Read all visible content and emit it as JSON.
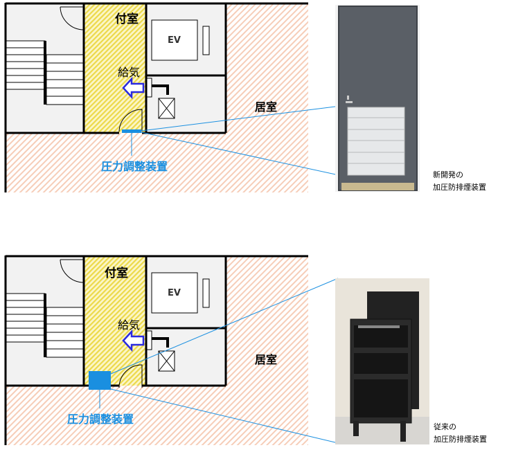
{
  "panels": [
    {
      "annex_label": "付室",
      "ev_label": "EV",
      "supply_label": "給気",
      "room_label": "居室",
      "device_label": "圧力調整装置",
      "photo_caption": [
        "新開発の",
        "加圧防排煙装置"
      ]
    },
    {
      "annex_label": "付室",
      "ev_label": "EV",
      "supply_label": "給気",
      "room_label": "居室",
      "device_label": "圧力調整装置",
      "photo_caption": [
        "従来の",
        "加圧防排煙装置"
      ]
    }
  ],
  "colors": {
    "accent": "#1a8fe0",
    "arrow": "#2a2ae0",
    "annex": "#f7ee7a",
    "room": "#fbe3d6"
  }
}
